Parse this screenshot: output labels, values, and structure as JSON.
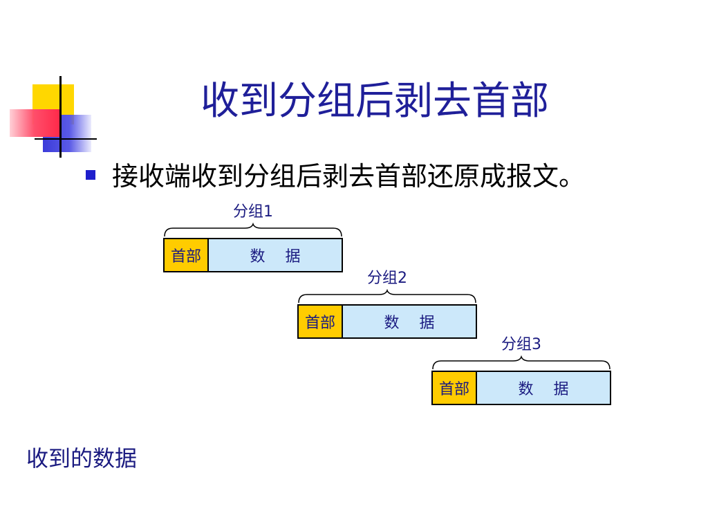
{
  "slide": {
    "title": "收到分组后剥去首部",
    "bullet": "接收端收到分组后剥去首部还原成报文。",
    "footer": "收到的数据"
  },
  "packets": [
    {
      "label": "分组1",
      "header": "首部",
      "data": "数　 据"
    },
    {
      "label": "分组2",
      "header": "首部",
      "data": "数　 据"
    },
    {
      "label": "分组3",
      "header": "首部",
      "data": "数　 据"
    }
  ],
  "colors": {
    "title": "#1f1f99",
    "header_fill": "#ffcc00",
    "data_fill": "#cce8fa",
    "bullet": "#1f1fcc"
  }
}
